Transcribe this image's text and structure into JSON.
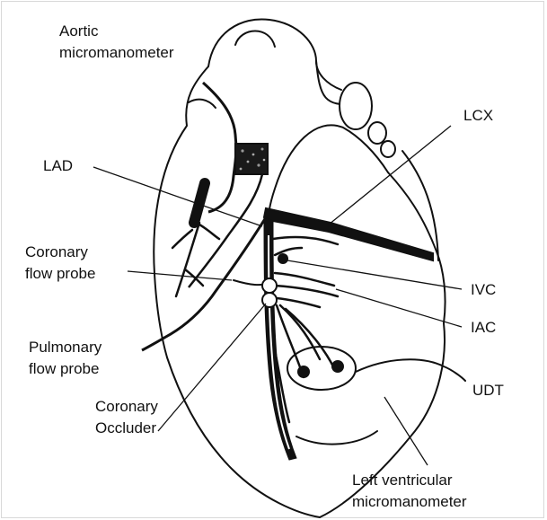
{
  "diagram": {
    "labels": {
      "aortic": [
        "Aortic",
        "micromanometer"
      ],
      "lad": "LAD",
      "lcx": "LCX",
      "coronary_probe": [
        "Coronary",
        "flow probe"
      ],
      "ivc": "IVC",
      "iac": "IAC",
      "pulmonary_probe": [
        "Pulmonary",
        "flow probe"
      ],
      "occluder": [
        "Coronary",
        "Occluder"
      ],
      "udt": "UDT",
      "lv_micromanometer": [
        "Left ventricular",
        "micromanometer"
      ]
    },
    "colors": {
      "ink": "#111111",
      "frame": "#d9d9d9"
    }
  }
}
